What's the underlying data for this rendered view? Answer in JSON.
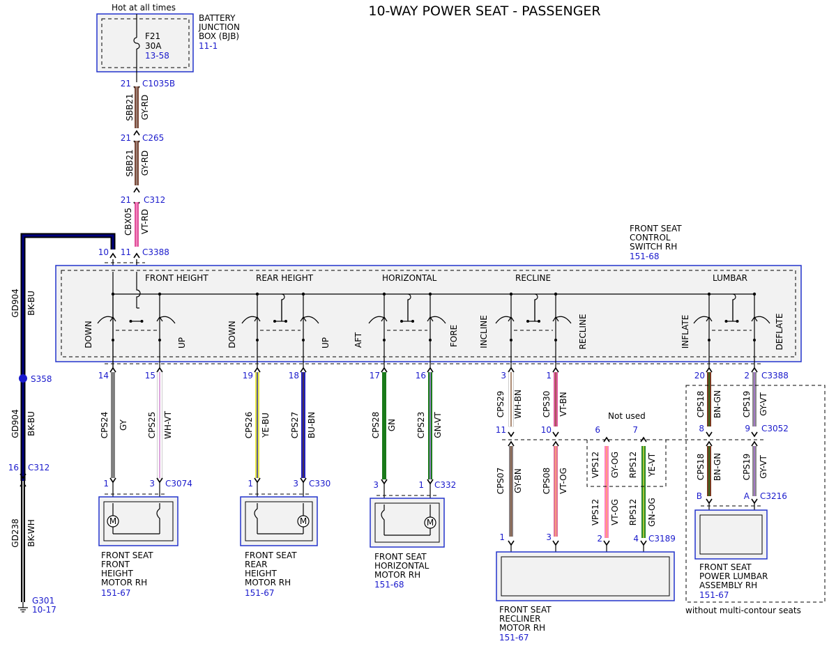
{
  "title": "10-WAY POWER SEAT - PASSENGER",
  "hot_label": "Hot at all times",
  "bjb": {
    "lines": [
      "BATTERY",
      "JUNCTION",
      "BOX (BJB)"
    ],
    "ref": "11-1",
    "fuse": "F21",
    "amps": "30A",
    "fuse_ref": "13-58"
  },
  "upper_pins": [
    {
      "pin": "21",
      "conn": "C1035B"
    },
    {
      "pin": "21",
      "conn": "C265"
    },
    {
      "pin": "21",
      "conn": "C312"
    }
  ],
  "upper_wires": [
    {
      "circuit": "SBB21",
      "color": "GY-RD",
      "c1": "#7a4a3a",
      "c2": "#bbbbbb"
    },
    {
      "circuit": "SBB21",
      "color": "GY-RD",
      "c1": "#7a4a3a",
      "c2": "#bbbbbb"
    },
    {
      "circuit": "CBX05",
      "color": "VT-RD",
      "c1": "#e0509a",
      "c2": "#ff77bb"
    }
  ],
  "switch": {
    "lines": [
      "FRONT SEAT",
      "CONTROL",
      "SWITCH RH"
    ],
    "ref": "151-68",
    "conn": "C3388",
    "in_pins": [
      "10",
      "11"
    ],
    "sections": [
      "FRONT HEIGHT",
      "REAR HEIGHT",
      "HORIZONTAL",
      "RECLINE",
      "LUMBAR"
    ],
    "dir_labels": [
      "DOWN",
      "UP",
      "DOWN",
      "UP",
      "AFT",
      "FORE",
      "INCLINE",
      "RECLINE",
      "INFLATE",
      "DEFLATE"
    ]
  },
  "left_ground": {
    "top_circuit": "GD904",
    "top_color": "BK-BU",
    "splice": "S358",
    "mid_circuit": "GD904",
    "mid_color": "BK-BU",
    "pin": "16",
    "conn": "C312",
    "low_circuit": "GD238",
    "low_color": "BK-WH",
    "ground": "G301",
    "ground_ref": "10-17"
  },
  "switch_out_pins": [
    "14",
    "15",
    "19",
    "18",
    "17",
    "16",
    "3",
    "1",
    "20",
    "2"
  ],
  "switch_out_conn": "C3388",
  "motor_wires": [
    {
      "circuit": "CPS24",
      "color": "GY",
      "pin": "1"
    },
    {
      "circuit": "CPS25",
      "color": "WH-VT",
      "pin": "3",
      "conn": "C3074"
    },
    {
      "circuit": "CPS26",
      "color": "YE-BU",
      "pin": "1"
    },
    {
      "circuit": "CPS27",
      "color": "BU-BN",
      "pin": "3",
      "conn": "C330"
    },
    {
      "circuit": "CPS28",
      "color": "GN",
      "pin": "3"
    },
    {
      "circuit": "CPS23",
      "color": "GN-VT",
      "pin": "1",
      "conn": "C332"
    }
  ],
  "recliner": {
    "mid_pins": [
      "11",
      "10"
    ],
    "upper": [
      {
        "circuit": "CPS29",
        "color": "WH-BN"
      },
      {
        "circuit": "CPS30",
        "color": "VT-BN"
      }
    ],
    "lower": [
      {
        "circuit": "CPS07",
        "color": "GY-BN",
        "pin": "1"
      },
      {
        "circuit": "CPS08",
        "color": "VT-OG",
        "pin": "3"
      },
      {
        "circuit": "VPS12",
        "color": "VT-OG",
        "pin": "2"
      },
      {
        "circuit": "RPS12",
        "color": "GN-OG",
        "pin": "4",
        "conn": "C3189"
      }
    ],
    "notused_label": "Not used",
    "notused": [
      {
        "pin": "6",
        "circuit": "VPS12",
        "color": "GY-OG"
      },
      {
        "pin": "7",
        "circuit": "RPS12",
        "color": "YE-VT"
      }
    ],
    "lines": [
      "FRONT SEAT",
      "RECLINER",
      "MOTOR RH"
    ],
    "ref": "151-67"
  },
  "lumbar": {
    "mid_pins": [
      "8",
      "9"
    ],
    "mid_conn": "C3052",
    "upper": [
      {
        "circuit": "CPS18",
        "color": "BN-GN"
      },
      {
        "circuit": "CPS19",
        "color": "GY-VT"
      }
    ],
    "lower": [
      {
        "circuit": "CPS18",
        "color": "BN-GN",
        "pin": "B"
      },
      {
        "circuit": "CPS19",
        "color": "GY-VT",
        "pin": "A",
        "conn": "C3216"
      }
    ],
    "lines": [
      "FRONT SEAT",
      "POWER LUMBAR",
      "ASSEMBLY RH"
    ],
    "ref": "151-67",
    "note": "without multi-contour seats"
  },
  "motors": [
    {
      "lines": [
        "FRONT SEAT",
        "FRONT",
        "HEIGHT",
        "MOTOR RH"
      ],
      "ref": "151-67"
    },
    {
      "lines": [
        "FRONT SEAT",
        "REAR",
        "HEIGHT",
        "MOTOR RH"
      ],
      "ref": "151-67"
    },
    {
      "lines": [
        "FRONT SEAT",
        "HORIZONTAL",
        "MOTOR RH"
      ],
      "ref": "151-68"
    }
  ],
  "motor_symbol": "M",
  "colors": {
    "connector_blue": "#1a1acc",
    "box_border": "#2233cc",
    "ground_wire": "#000080"
  }
}
